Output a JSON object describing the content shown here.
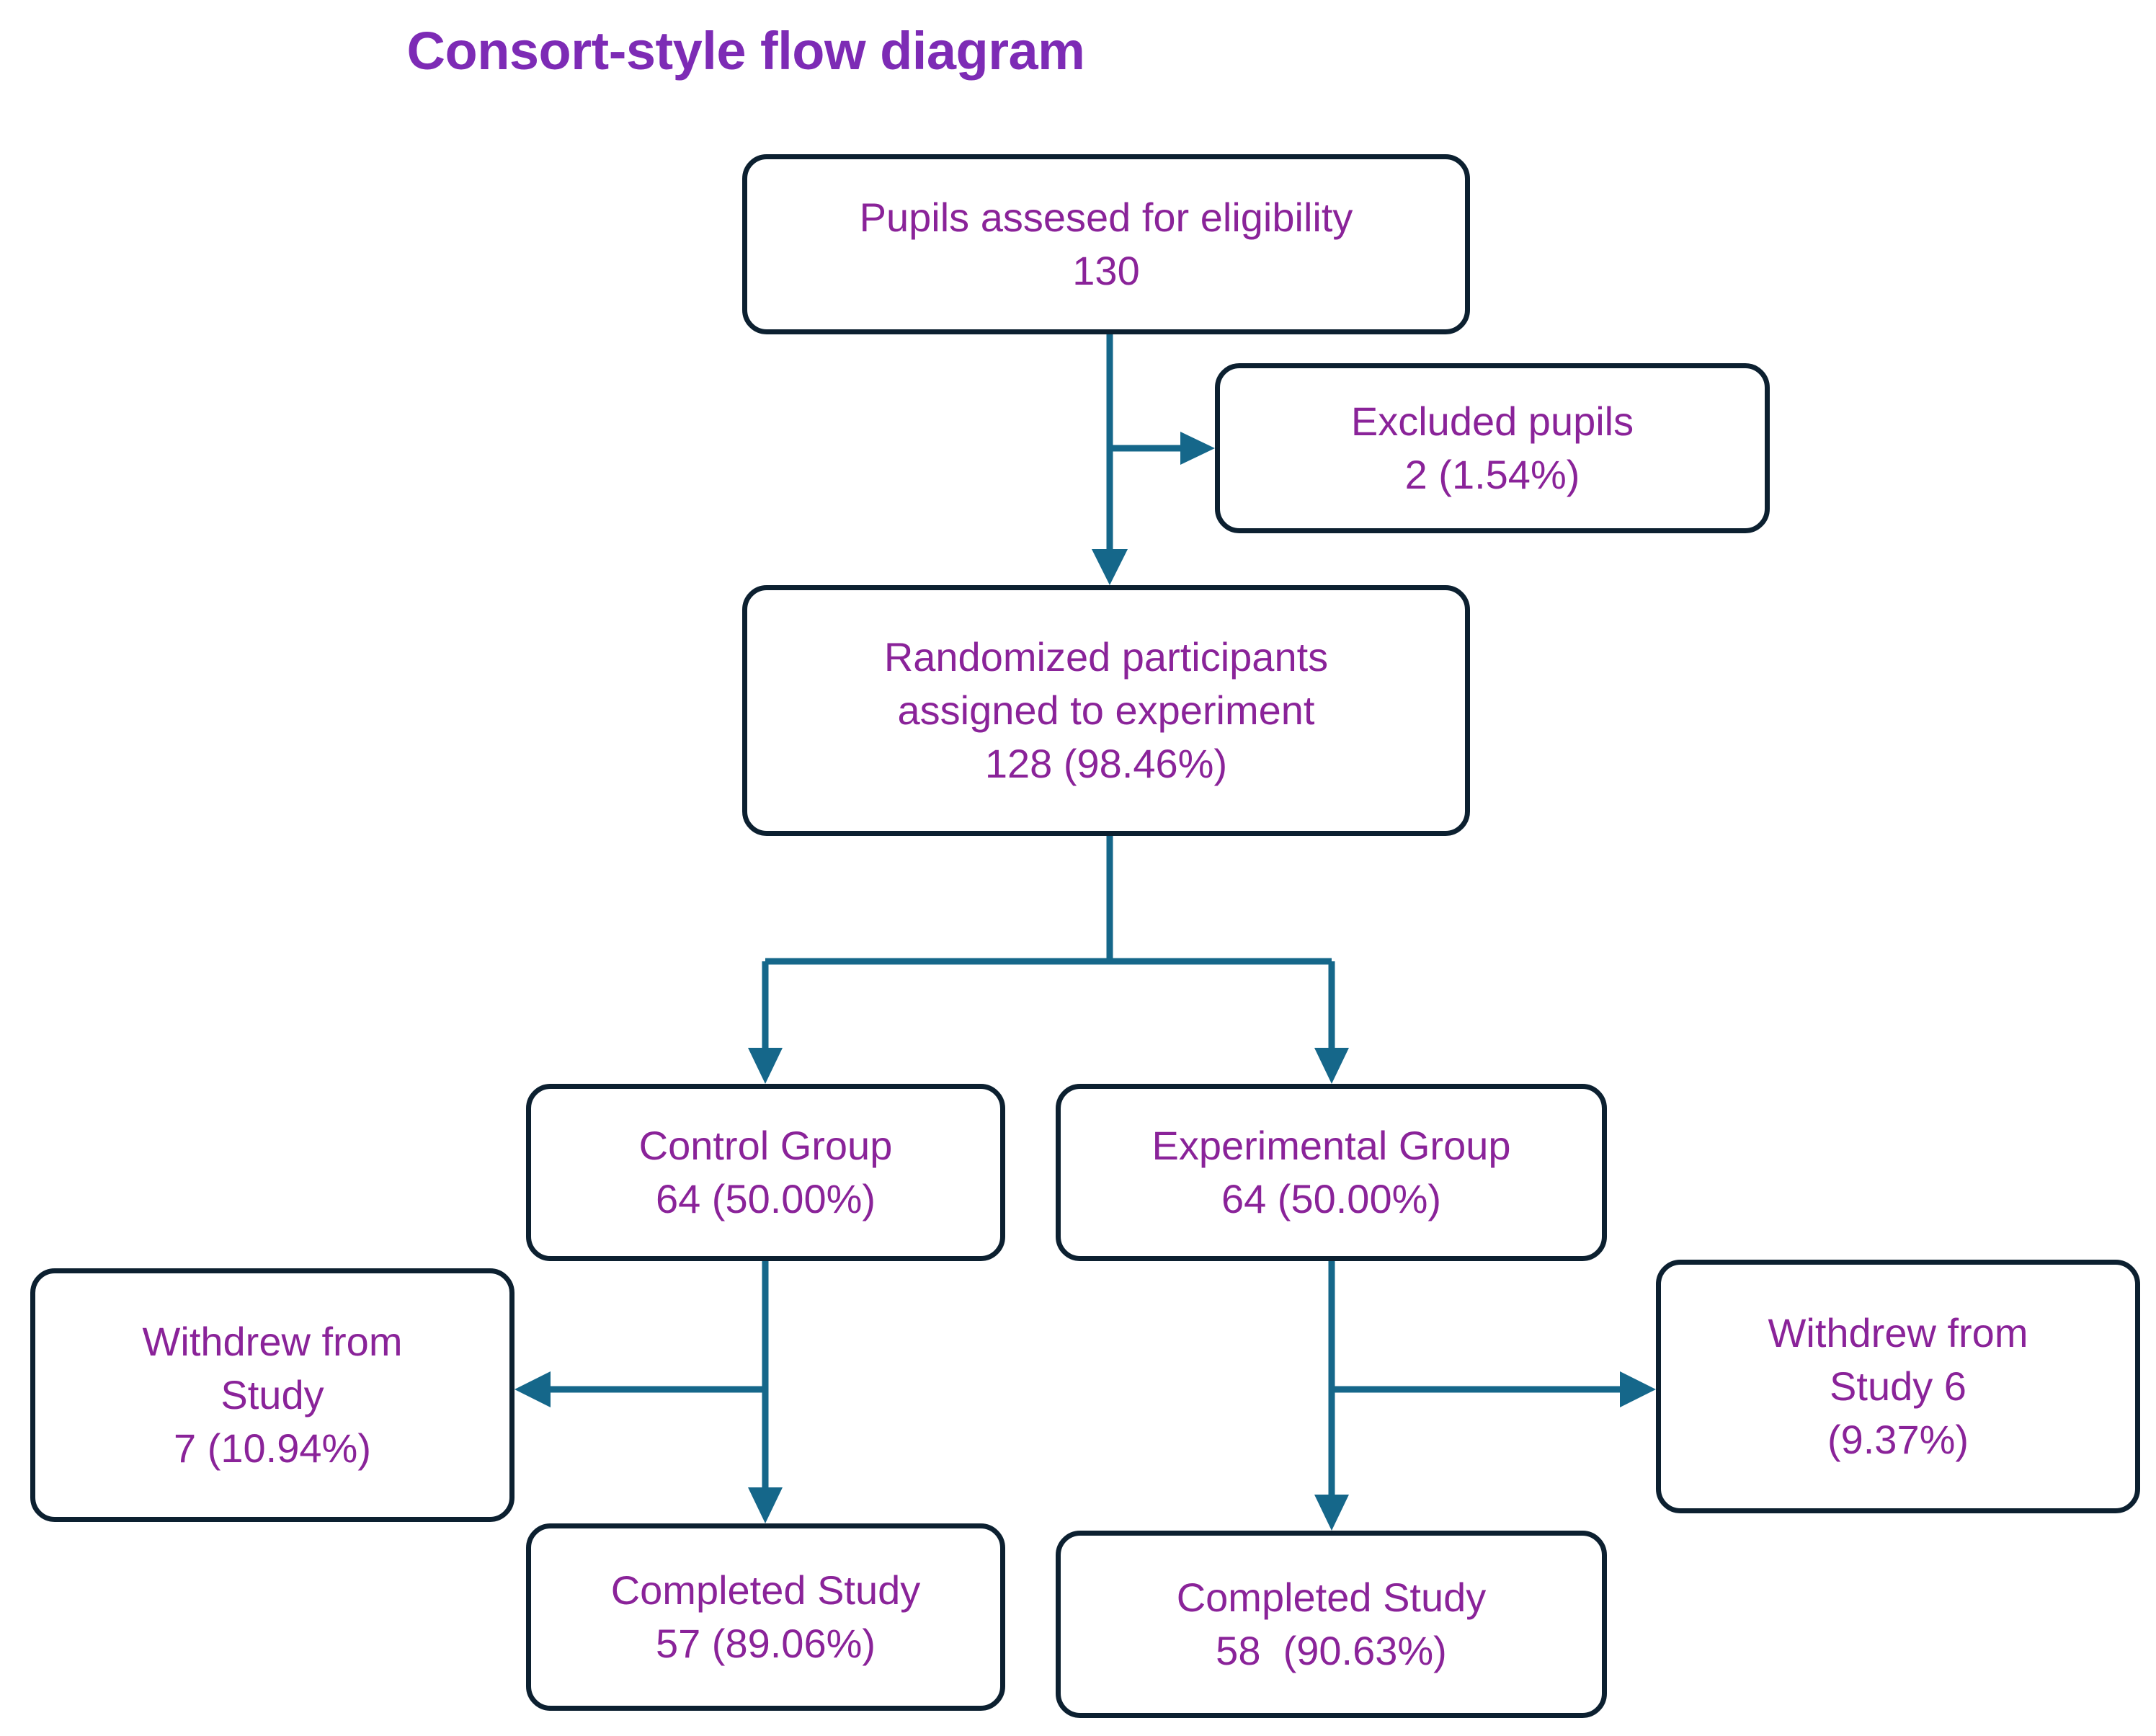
{
  "title": "Consort-style flow diagram",
  "colors": {
    "title_purple": "#7d2bb5",
    "node_text_purple": "#8a2399",
    "node_border_navy": "#0c2030",
    "connector_teal": "#15678a",
    "background": "#ffffff"
  },
  "chart_data": {
    "type": "diagram",
    "title": "Consort-style flow diagram",
    "diagram_kind": "consort-flow",
    "nodes": [
      {
        "id": "enrollment",
        "lines": [
          "Pupils assesed for eligibility",
          "130"
        ],
        "count": 130,
        "percent": null
      },
      {
        "id": "excluded",
        "lines": [
          "Excluded pupils",
          "2 (1.54%)"
        ],
        "count": 2,
        "percent": 1.54
      },
      {
        "id": "randomized",
        "lines": [
          "Randomized participants",
          "assigned to experiment",
          "128 (98.46%)"
        ],
        "count": 128,
        "percent": 98.46
      },
      {
        "id": "control",
        "lines": [
          "Control Group",
          "64 (50.00%)"
        ],
        "count": 64,
        "percent": 50.0
      },
      {
        "id": "experimental",
        "lines": [
          "Experimental Group",
          "64 (50.00%)"
        ],
        "count": 64,
        "percent": 50.0
      },
      {
        "id": "control-withdrew",
        "lines": [
          "Withdrew from",
          "Study",
          "7 (10.94%)"
        ],
        "count": 7,
        "percent": 10.94
      },
      {
        "id": "experimental-withdrew",
        "lines": [
          "Withdrew from",
          "Study 6",
          "(9.37%)"
        ],
        "count": 6,
        "percent": 9.37
      },
      {
        "id": "control-completed",
        "lines": [
          "Completed Study",
          "57 (89.06%)"
        ],
        "count": 57,
        "percent": 89.06
      },
      {
        "id": "experimental-completed",
        "lines": [
          "Completed Study",
          "58  (90.63%)"
        ],
        "count": 58,
        "percent": 90.63
      }
    ],
    "edges": [
      {
        "from": "enrollment",
        "to": "excluded",
        "direction": "right"
      },
      {
        "from": "enrollment",
        "to": "randomized",
        "direction": "down"
      },
      {
        "from": "randomized",
        "to": "control",
        "direction": "down"
      },
      {
        "from": "randomized",
        "to": "experimental",
        "direction": "down"
      },
      {
        "from": "control",
        "to": "control-withdrew",
        "direction": "left"
      },
      {
        "from": "control",
        "to": "control-completed",
        "direction": "down"
      },
      {
        "from": "experimental",
        "to": "experimental-withdrew",
        "direction": "right"
      },
      {
        "from": "experimental",
        "to": "experimental-completed",
        "direction": "down"
      }
    ]
  },
  "nodes": {
    "enrollment": {
      "line1": "Pupils assesed for eligibility",
      "line2": "130"
    },
    "excluded": {
      "line1": "Excluded pupils",
      "line2": "2 (1.54%)"
    },
    "randomized": {
      "line1": "Randomized participants",
      "line2": "assigned to experiment",
      "line3": "128 (98.46%)"
    },
    "control": {
      "line1": "Control Group",
      "line2": "64 (50.00%)"
    },
    "experimental": {
      "line1": "Experimental Group",
      "line2": "64 (50.00%)"
    },
    "control_withdrew": {
      "line1": "Withdrew from",
      "line2": "Study",
      "line3": "7 (10.94%)"
    },
    "experimental_withdrew": {
      "line1": "Withdrew from",
      "line2": "Study 6",
      "line3": "(9.37%)"
    },
    "control_completed": {
      "line1": "Completed Study",
      "line2": "57 (89.06%)"
    },
    "experimental_completed": {
      "line1": "Completed Study",
      "line2": "58  (90.63%)"
    }
  }
}
